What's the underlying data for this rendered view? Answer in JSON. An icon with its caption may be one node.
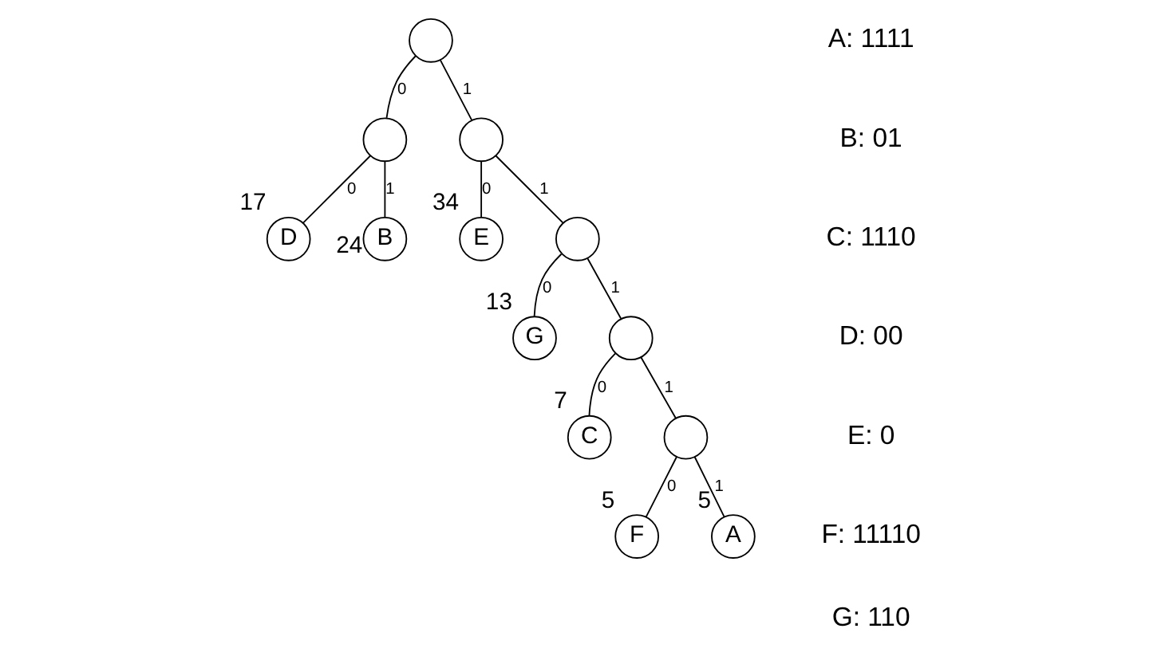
{
  "diagram": {
    "nodes": [
      {
        "text": [],
        "shape": "circle"
      },
      {
        "text": [],
        "shape": "circle"
      },
      {
        "text": [],
        "shape": "circle"
      },
      {
        "text": [
          "D"
        ],
        "beside": [
          "17"
        ]
      },
      {
        "text": [
          "B"
        ],
        "beside": [
          "24"
        ]
      },
      {
        "text": [
          "E"
        ],
        "beside": [
          "34"
        ]
      },
      {
        "text": [],
        "shape": "circle"
      },
      {
        "text": [
          "G"
        ],
        "beside": [
          "13"
        ]
      },
      {
        "text": [],
        "shape": "circle"
      },
      {
        "text": [
          "C"
        ],
        "beside": [
          "7"
        ]
      },
      {
        "text": [],
        "shape": "circle"
      },
      {
        "text": [
          "F"
        ],
        "beside": [
          "5"
        ]
      },
      {
        "text": [
          "A"
        ],
        "beside": [
          "5"
        ]
      }
    ],
    "edges": [
      {
        "from": 0,
        "to": 1,
        "arrow": "none",
        "label": "0"
      },
      {
        "from": 0,
        "to": 2,
        "arrow": "none",
        "label": "1"
      },
      {
        "from": 1,
        "to": 3,
        "arrow": "none",
        "label": "0"
      },
      {
        "from": 1,
        "to": 4,
        "arrow": "none",
        "label": "1"
      },
      {
        "from": 2,
        "to": 5,
        "arrow": "none",
        "label": "0"
      },
      {
        "from": 2,
        "to": 6,
        "arrow": "none",
        "label": "1"
      },
      {
        "from": 6,
        "to": 7,
        "arrow": "none",
        "label": "0"
      },
      {
        "from": 6,
        "to": 8,
        "arrow": "none",
        "label": "1"
      },
      {
        "from": 8,
        "to": 9,
        "arrow": "none",
        "label": "0"
      },
      {
        "from": 8,
        "to": 10,
        "arrow": "none",
        "label": "1"
      },
      {
        "from": 10,
        "to": 11,
        "arrow": "none",
        "label": "0"
      },
      {
        "from": 10,
        "to": 12,
        "arrow": "none",
        "label": "1"
      }
    ],
    "labels": [
      "A: 1111",
      "B: 01",
      "C: 1110",
      "D: 00",
      "E: 0",
      "F: 11110",
      "G: 110"
    ]
  }
}
